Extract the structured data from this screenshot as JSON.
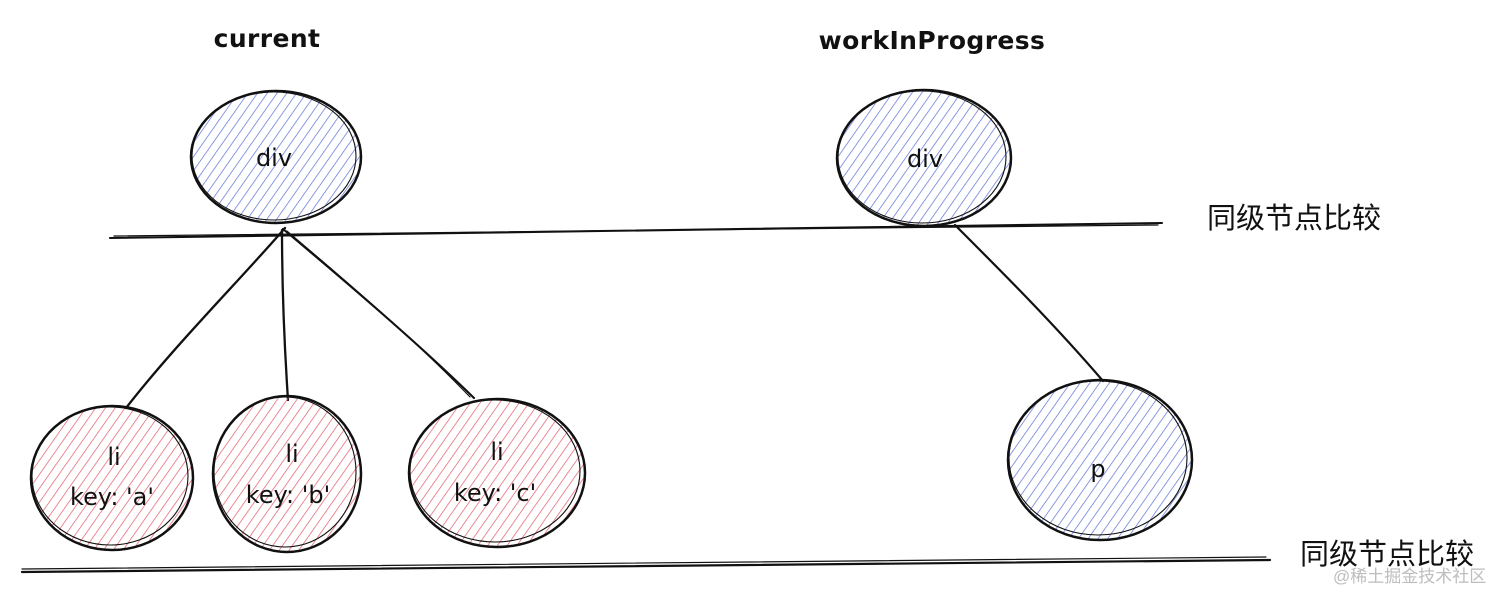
{
  "titles": {
    "left": "current",
    "right": "workInProgress"
  },
  "nodes": {
    "current_root": {
      "label": "div"
    },
    "wip_root": {
      "label": "div"
    },
    "wip_child": {
      "label": "p"
    },
    "li_a": {
      "tag": "li",
      "key": "key: 'a'"
    },
    "li_b": {
      "tag": "li",
      "key": "key: 'b'"
    },
    "li_c": {
      "tag": "li",
      "key": "key: 'c'"
    }
  },
  "level_labels": {
    "top": "同级节点比较",
    "bottom": "同级节点比较"
  },
  "colors": {
    "blue": "#5a6fd8",
    "red": "#e35a67",
    "stroke": "#111111"
  },
  "watermark": "@稀土掘金技术社区"
}
